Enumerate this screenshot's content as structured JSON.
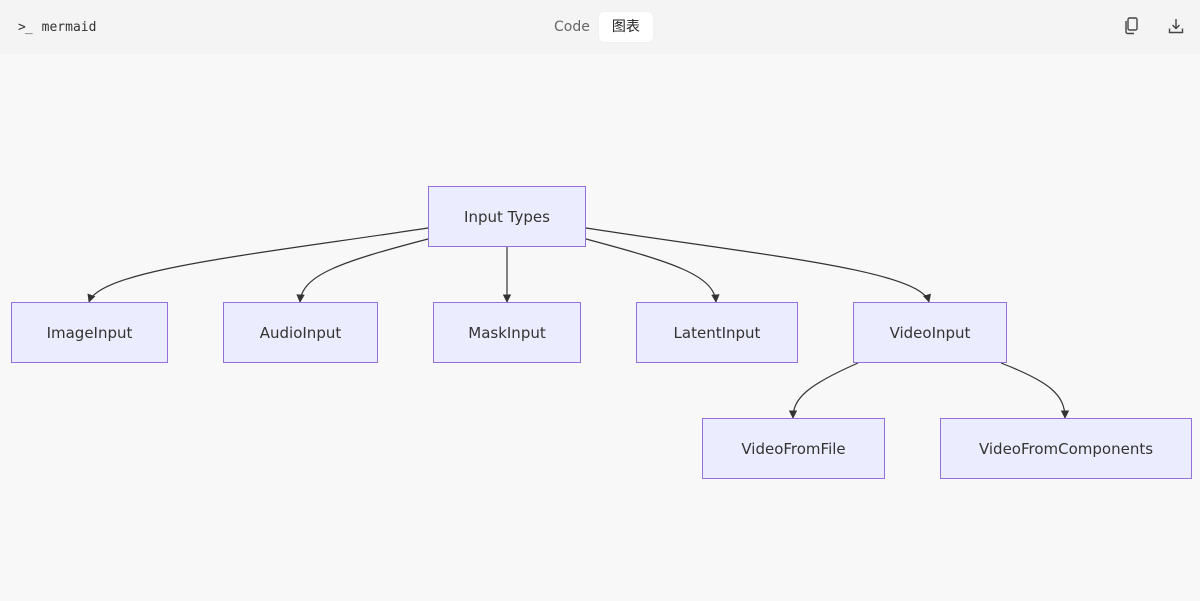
{
  "toolbar": {
    "language_label": "mermaid",
    "prompt_symbol": ">_",
    "code_tab": "Code",
    "diagram_tab": "图表",
    "copy_icon": "copy-icon",
    "download_icon": "download-icon"
  },
  "diagram": {
    "nodes": {
      "root": "Input Types",
      "image": "ImageInput",
      "audio": "AudioInput",
      "mask": "MaskInput",
      "latent": "LatentInput",
      "video": "VideoInput",
      "video_file": "VideoFromFile",
      "video_components": "VideoFromComponents"
    },
    "edges": [
      [
        "root",
        "image"
      ],
      [
        "root",
        "audio"
      ],
      [
        "root",
        "mask"
      ],
      [
        "root",
        "latent"
      ],
      [
        "root",
        "video"
      ],
      [
        "video",
        "video_file"
      ],
      [
        "video",
        "video_components"
      ]
    ],
    "colors": {
      "node_fill": "#ececff",
      "node_border": "#9370db",
      "edge": "#333333"
    }
  }
}
